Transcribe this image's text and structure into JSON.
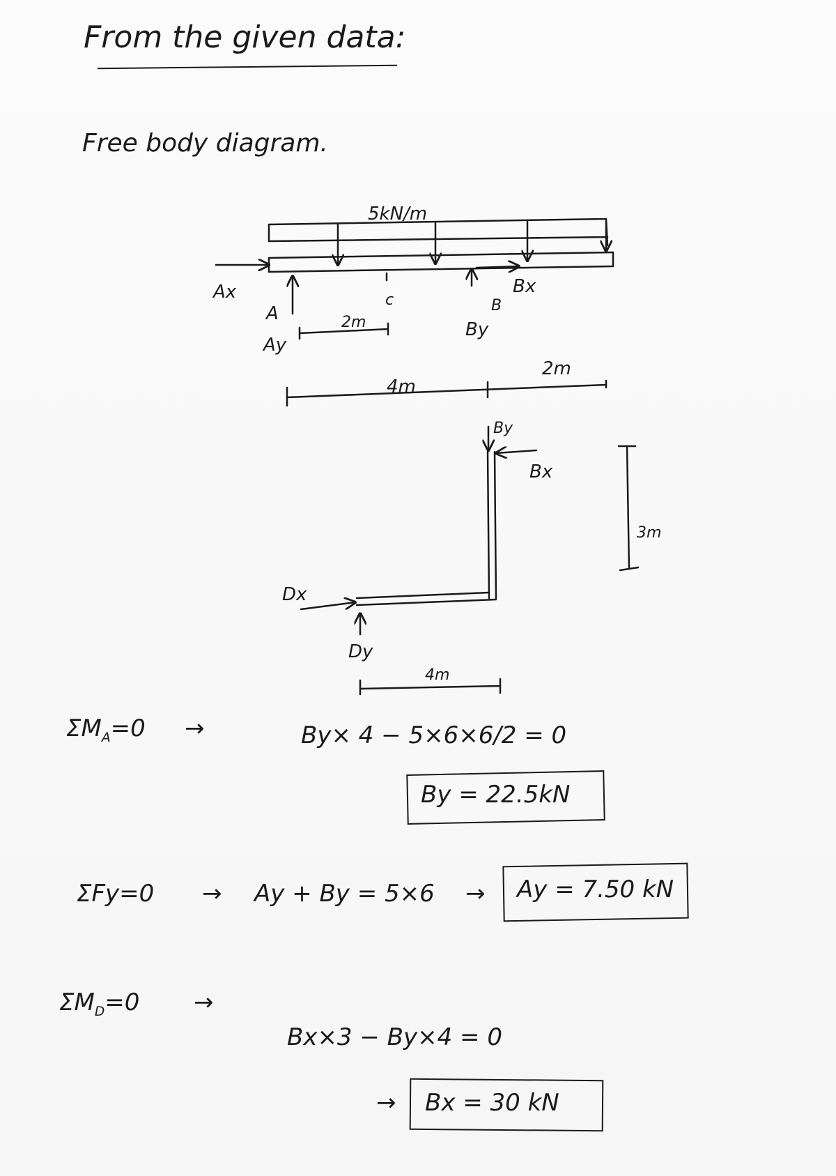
{
  "header": {
    "title": "From the given data:",
    "subtitle": "Free body diagram."
  },
  "diagram": {
    "load_label": "5kN/m",
    "labels": {
      "ax": "Ax",
      "a": "A",
      "ay": "Ay",
      "c": "c",
      "by_beam": "By",
      "b": "B",
      "bx_beam": "Bx",
      "by_frame": "By",
      "bx_frame": "Bx",
      "dx": "Dx",
      "dy": "Dy"
    },
    "dimensions": {
      "a_to_c": "2m",
      "a_to_b": "4m",
      "b_to_end": "2m",
      "frame_height": "3m",
      "frame_width": "4m"
    }
  },
  "equations": [
    {
      "condition_main": "ΣM",
      "condition_sub": "A",
      "condition_tail": "=0",
      "expression": "By× 4 − 5×6×6/2 = 0",
      "result": "By = 22.5kN"
    },
    {
      "condition_main": "ΣFy",
      "condition_sub": "",
      "condition_tail": "=0",
      "expression": "Ay + By = 5×6",
      "result": "Ay = 7.50 kN"
    },
    {
      "condition_main": "ΣM",
      "condition_sub": "D",
      "condition_tail": "=0",
      "expression": "Bx×3 − By×4 = 0",
      "result": "Bx = 30 kN"
    }
  ],
  "arrow_glyph": "→"
}
